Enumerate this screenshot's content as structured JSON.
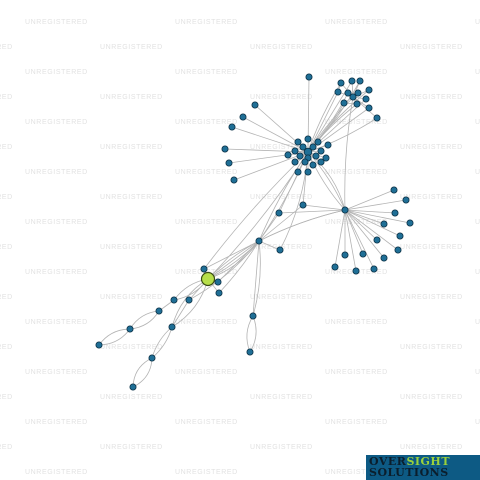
{
  "watermark": {
    "text": "UNREGISTERED"
  },
  "brand": {
    "part1": "OVER",
    "part2": "SIGHT",
    "part3": "SOLUTIONS"
  },
  "colors": {
    "edge": "#b3b3b3",
    "node_fill": "#1f6f96",
    "focus_node_fill": "#b7df4a",
    "logo_bg": "#0d5a84",
    "logo_accent": "#9bd13b"
  },
  "graph": {
    "layout": "force-directed network",
    "focus_node": "green",
    "node_count": 75
  }
}
